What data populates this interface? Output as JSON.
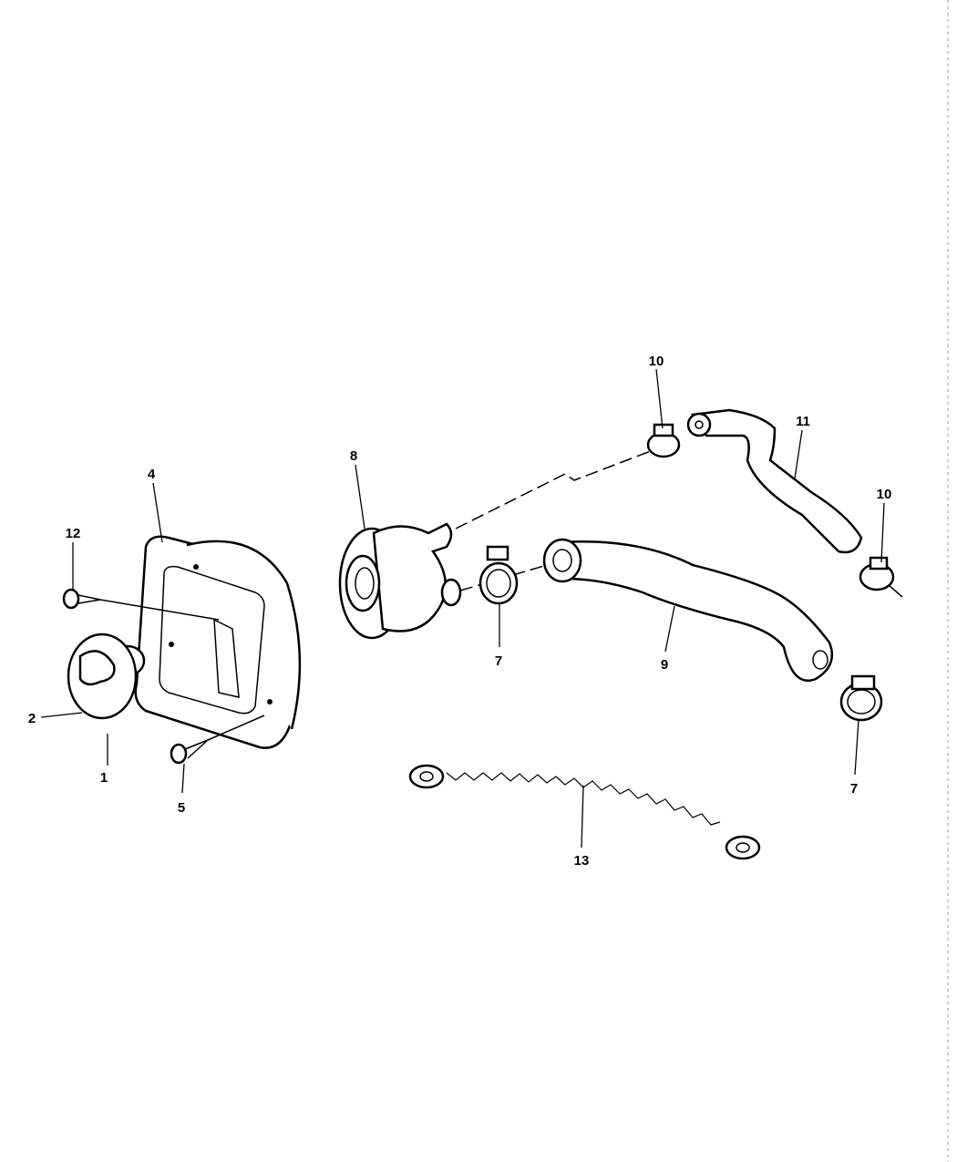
{
  "diagram": {
    "callouts": [
      {
        "id": "c1",
        "text": "1"
      },
      {
        "id": "c2",
        "text": "2"
      },
      {
        "id": "c4",
        "text": "4"
      },
      {
        "id": "c5",
        "text": "5"
      },
      {
        "id": "c7a",
        "text": "7"
      },
      {
        "id": "c7b",
        "text": "7"
      },
      {
        "id": "c8",
        "text": "8"
      },
      {
        "id": "c9",
        "text": "9"
      },
      {
        "id": "c10a",
        "text": "10"
      },
      {
        "id": "c10b",
        "text": "10"
      },
      {
        "id": "c11",
        "text": "11"
      },
      {
        "id": "c12",
        "text": "12"
      },
      {
        "id": "c13",
        "text": "13"
      }
    ]
  }
}
